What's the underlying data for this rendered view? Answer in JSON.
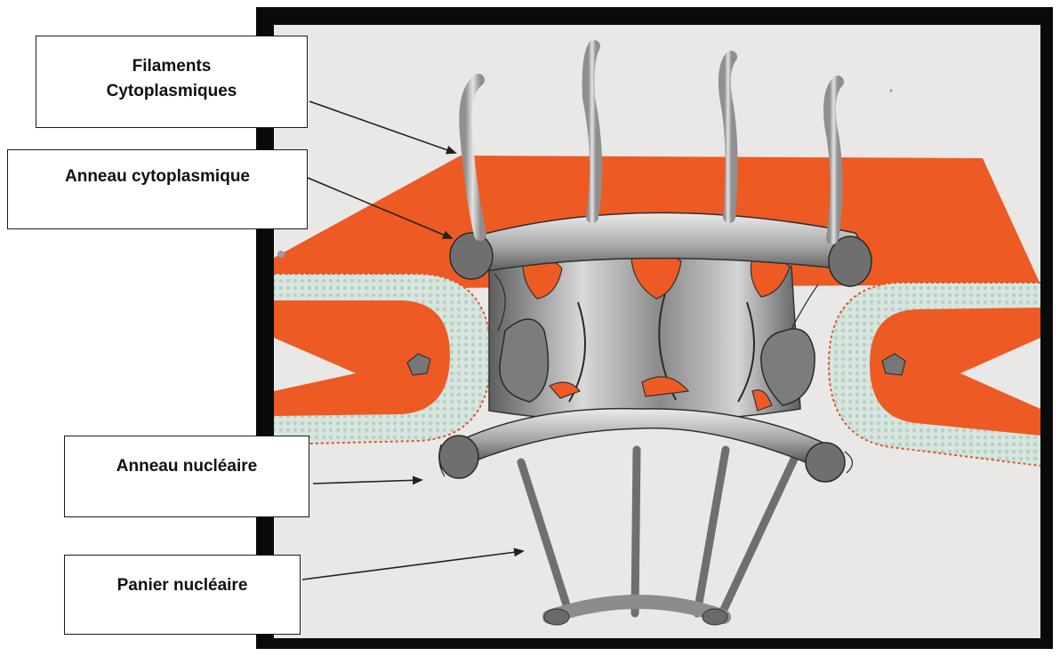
{
  "colors": {
    "frame": "#0a0a0a",
    "background": "#e9e8e6",
    "membrane": "#ee5a24",
    "lipid_head": "#c9dcd3",
    "protein_dark": "#6d6d6d",
    "protein_light": "#cfcfcf",
    "label_border": "#1a1a1a"
  },
  "labels": {
    "filaments_line1": "Filaments",
    "filaments_line2": "Cytoplasmiques",
    "anneau_cytoplasmique": "Anneau cytoplasmique",
    "anneau_nucleaire": "Anneau nucléaire",
    "panier_nucleaire": "Panier nucléaire"
  },
  "icons": {
    "arrow": "arrow-pointer-icon"
  }
}
